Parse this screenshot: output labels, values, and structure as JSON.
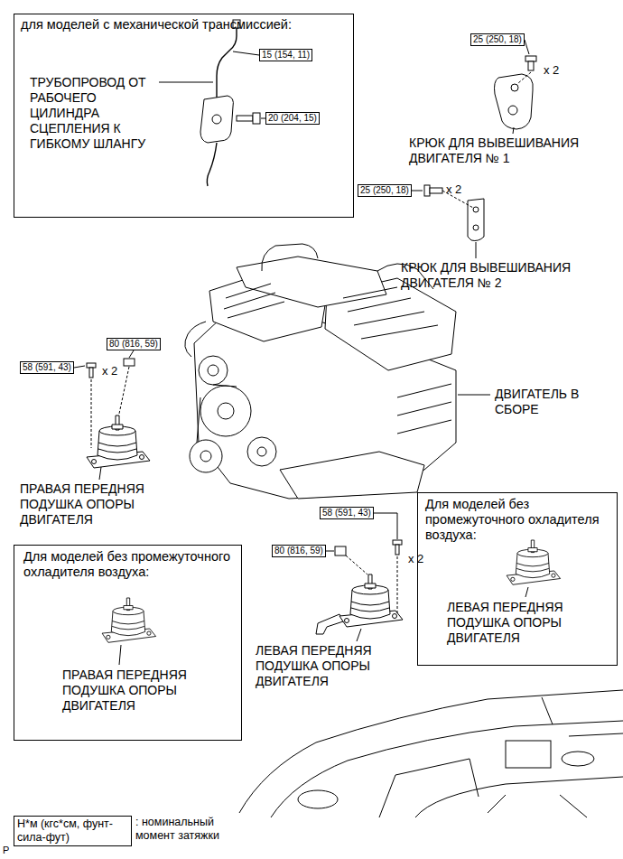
{
  "diagram": {
    "nodes": [
      {
        "text": [
          "для моделей с механической трансмиссией:",
          "ТРУБОПРОВОД ОТ РАБОЧЕГО ЦИЛИНДРА СЦЕПЛЕНИЯ К ГИБКОМУ ШЛАНГУ"
        ]
      },
      {
        "text": [
          "15 (154, 11)"
        ],
        "in": 0
      },
      {
        "text": [
          "20 (204, 15)"
        ],
        "in": 0
      },
      {
        "text": [
          "25 (250, 18)"
        ]
      },
      {
        "text": [
          "25 (250, 18)"
        ]
      },
      {
        "text": [
          "80 (816, 59)"
        ]
      },
      {
        "text": [
          "58 (591, 43)"
        ]
      },
      {
        "text": [
          "Для моделей без промежуточного охладителя воздуха:",
          "ЛЕВАЯ ПЕРЕДНЯЯ ПОДУШКА ОПОРЫ ДВИГАТЕЛЯ"
        ]
      },
      {
        "text": [
          "58 (591, 43)"
        ]
      },
      {
        "text": [
          "80 (816, 59)"
        ]
      },
      {
        "text": [
          "Для моделей без промежуточного охладителя воздуха:",
          "ПРАВАЯ ПЕРЕДНЯЯ ПОДУШКА ОПОРЫ ДВИГАТЕЛЯ"
        ]
      },
      {
        "text": [
          "Н*м (кгс*см, фунт-сила-фут)"
        ]
      }
    ],
    "labels": [
      "x 2",
      "КРЮК ДЛЯ ВЫВЕШИВАНИЯ ДВИГАТЕЛЯ № 1",
      "x 2",
      "КРЮК ДЛЯ ВЫВЕШИВАНИЯ ДВИГАТЕЛЯ № 2",
      "x 2",
      "ДВИГАТЕЛЬ В СБОРЕ",
      "ПРАВАЯ ПЕРЕДНЯЯ ПОДУШКА ОПОРЫ ДВИГАТЕЛЯ",
      "x 2",
      "ЛЕВАЯ ПЕРЕДНЯЯ ПОДУШКА ОПОРЫ ДВИГАТЕЛЯ",
      ": номинальный момент затяжки",
      "P"
    ]
  }
}
